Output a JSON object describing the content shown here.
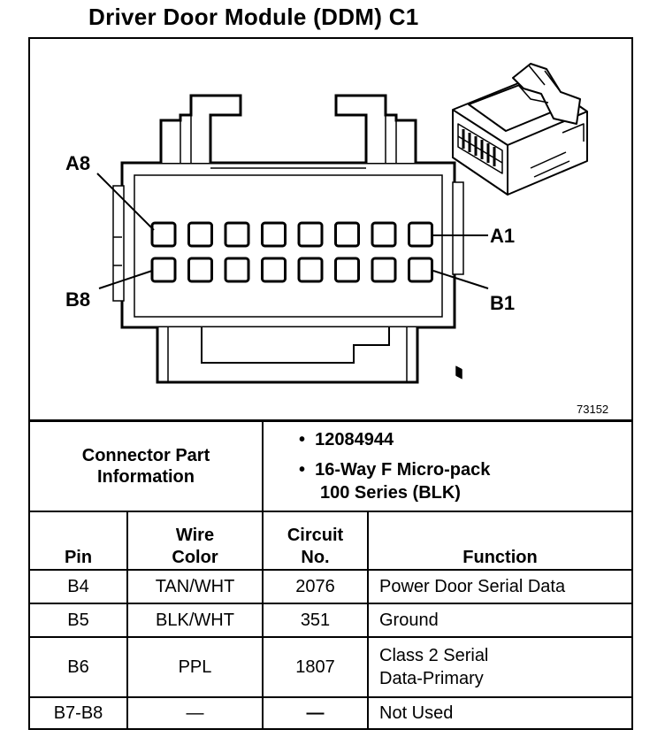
{
  "title": "Driver Door Module (DDM) C1",
  "figure_number": "73152",
  "pin_labels": {
    "a8": "A8",
    "a1": "A1",
    "b8": "B8",
    "b1": "B1"
  },
  "connector_info": {
    "label_line1": "Connector Part",
    "label_line2": "Information",
    "items": [
      {
        "bullet": "•",
        "line1": "12084944",
        "line2": ""
      },
      {
        "bullet": "•",
        "line1": "16-Way F Micro-pack",
        "line2": "100 Series (BLK)"
      }
    ]
  },
  "table": {
    "headers": {
      "pin": "Pin",
      "wire_line1": "Wire",
      "wire_line2": "Color",
      "circuit_line1": "Circuit",
      "circuit_line2": "No.",
      "function": "Function"
    },
    "rows": [
      {
        "pin": "B4",
        "wire": "TAN/WHT",
        "circuit": "2076",
        "function_line1": "Power Door Serial Data",
        "function_line2": ""
      },
      {
        "pin": "B5",
        "wire": "BLK/WHT",
        "circuit": "351",
        "function_line1": "Ground",
        "function_line2": ""
      },
      {
        "pin": "B6",
        "wire": "PPL",
        "circuit": "1807",
        "function_line1": "Class 2 Serial",
        "function_line2": "Data-Primary"
      },
      {
        "pin": "B7-B8",
        "wire": "—",
        "circuit": "—",
        "function_line1": "Not Used",
        "function_line2": ""
      }
    ]
  }
}
